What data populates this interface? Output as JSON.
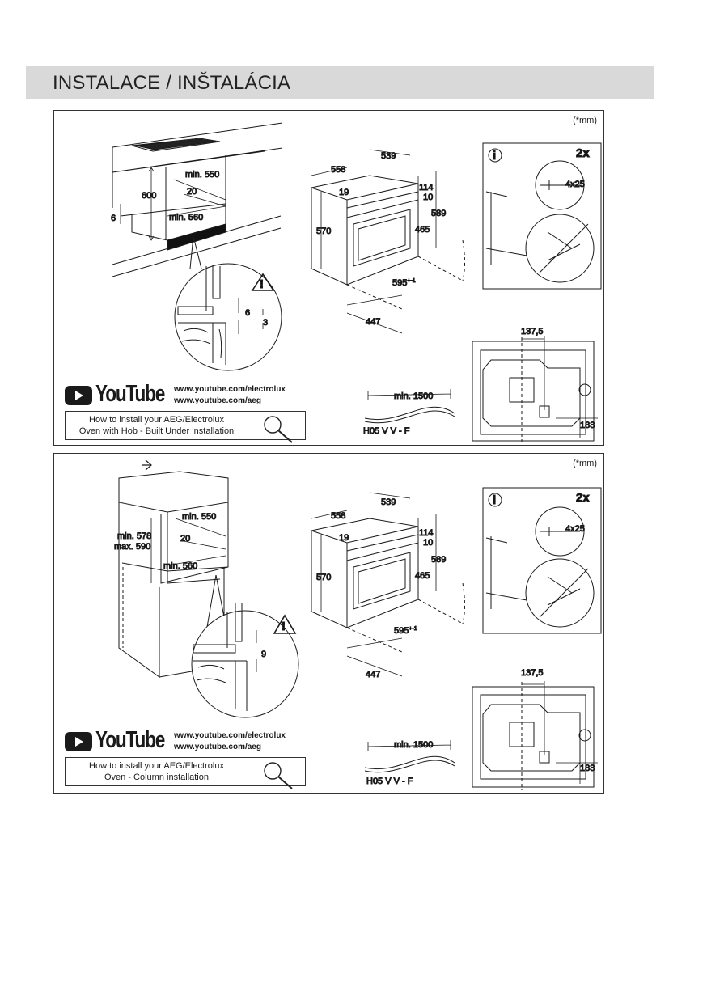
{
  "header": {
    "title": "INSTALACE / INŠTALÁCIA"
  },
  "colors": {
    "header_bg": "#d9d9d9",
    "line": "#1a1a1a"
  },
  "panels": [
    {
      "unit": "(*mm)",
      "cabinet_dims": {
        "a": "600",
        "b": "min. 550",
        "c": "20",
        "d": "6",
        "e": "min. 560"
      },
      "detail_dims": {
        "a": "6",
        "b": "3"
      },
      "oven_dims": {
        "w": "558",
        "d": "539",
        "top": "19",
        "t1": "114",
        "t2": "10",
        "h": "570",
        "h2": "465",
        "h3": "589",
        "bw": "595",
        "bw_sup": "+-1",
        "bd": "447"
      },
      "fix": {
        "count": "2x",
        "screw": "4x25"
      },
      "back_dims": {
        "w": "137,5",
        "h": "183"
      },
      "cable": {
        "len": "min. 1500",
        "type": "H05 V V - F"
      },
      "youtube": {
        "word": "YouTube",
        "link1": "www.youtube.com/electrolux",
        "link2": "www.youtube.com/aeg",
        "line1": "How to install your AEG/Electrolux",
        "line2": "Oven with Hob - Built Under installation"
      }
    },
    {
      "unit": "(*mm)",
      "cabinet_dims": {
        "a": "min. 578",
        "a2": "max. 590",
        "b": "min. 550",
        "c": "20",
        "e": "min. 560"
      },
      "detail_dims": {
        "a": "9"
      },
      "oven_dims": {
        "w": "558",
        "d": "539",
        "top": "19",
        "t1": "114",
        "t2": "10",
        "h": "570",
        "h2": "465",
        "h3": "589",
        "bw": "595",
        "bw_sup": "+-1",
        "bd": "447"
      },
      "fix": {
        "count": "2x",
        "screw": "4x25"
      },
      "back_dims": {
        "w": "137,5",
        "h": "183"
      },
      "cable": {
        "len": "min. 1500",
        "type": "H05 V V - F"
      },
      "youtube": {
        "word": "YouTube",
        "link1": "www.youtube.com/electrolux",
        "link2": "www.youtube.com/aeg",
        "line1": "How to install your AEG/Electrolux",
        "line2": "Oven - Column installation"
      }
    }
  ]
}
